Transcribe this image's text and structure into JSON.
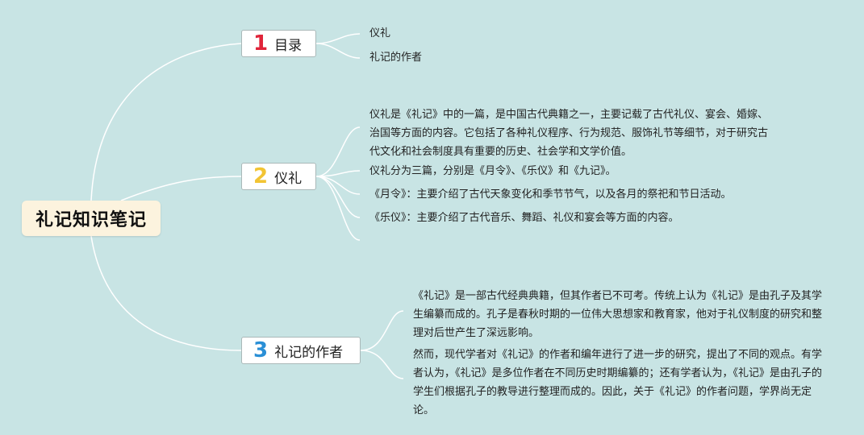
{
  "root": {
    "title": "礼记知识笔记"
  },
  "topics": [
    {
      "num": "1",
      "label": "目录",
      "color": "#e0243a",
      "children": [
        "仪礼",
        "礼记的作者"
      ]
    },
    {
      "num": "2",
      "label": "仪礼",
      "color": "#f2c433",
      "children": [
        "仪礼是《礼记》中的一篇，是中国古代典籍之一，主要记载了古代礼仪、宴会、婚嫁、治国等方面的内容。它包括了各种礼仪程序、行为规范、服饰礼节等细节，对于研究古代文化和社会制度具有重要的历史、社会学和文学价值。",
        "仪礼分为三篇，分别是《月令》、《乐仪》和《九记》。",
        "《月令》：主要介绍了古代天象变化和季节节气，以及各月的祭祀和节日活动。",
        "《乐仪》：主要介绍了古代音乐、舞蹈、礼仪和宴会等方面的内容。"
      ]
    },
    {
      "num": "3",
      "label": "礼记的作者",
      "color": "#2a8fd6",
      "children": [
        "《礼记》是一部古代经典典籍，但其作者已不可考。传统上认为《礼记》是由孔子及其学生编纂而成的。孔子是春秋时期的一位伟大思想家和教育家，他对于礼仪制度的研究和整理对后世产生了深远影响。",
        "然而，现代学者对《礼记》的作者和编年进行了进一步的研究，提出了不同的观点。有学者认为，《礼记》是多位作者在不同历史时期编纂的；还有学者认为，《礼记》是由孔子的学生们根据孔子的教导进行整理而成的。因此，关于《礼记》的作者问题，学界尚无定论。"
      ]
    }
  ],
  "colors": {
    "background": "#c8e4e4",
    "root_fill": "#fcf3de",
    "line": "#ffffff"
  }
}
